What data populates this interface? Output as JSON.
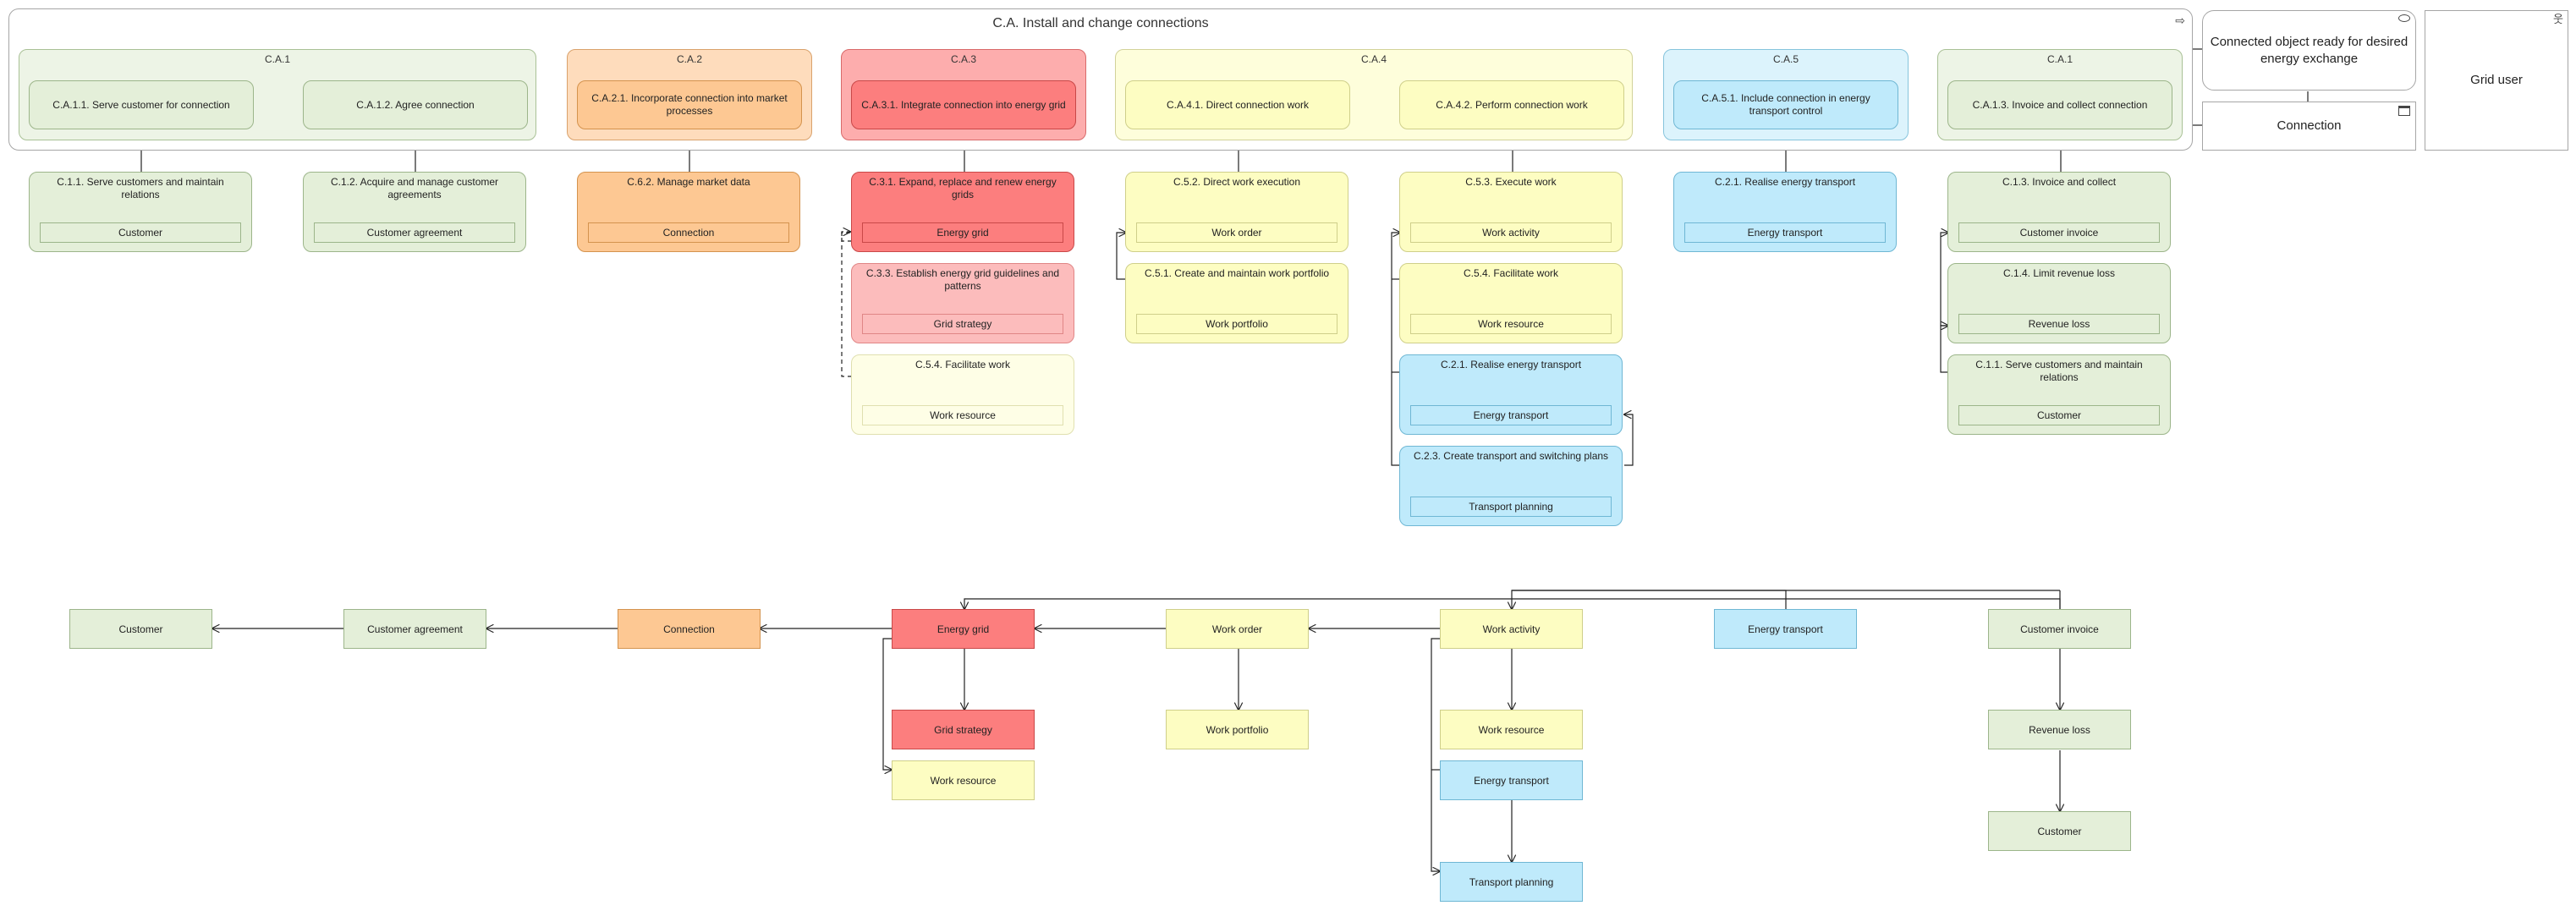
{
  "colors": {
    "green": "#e4efd9",
    "orange": "#fdc893",
    "red": "#fc7e7e",
    "pink": "#fcbcbc",
    "yellow": "#fdfdc2",
    "light_yellow": "#fefee6",
    "blue": "#bfeafb"
  },
  "frame": {
    "title": "C.A. Install and change connections",
    "icon": "process-arrow-icon"
  },
  "side": {
    "event": "Connected object ready for desired energy exchange",
    "event_icon": "event-oval-icon",
    "connection": "Connection",
    "connection_icon": "product-icon",
    "actor": "Grid user",
    "actor_icon": "actor-icon"
  },
  "stages": [
    {
      "label": "C.A.1",
      "color": "green"
    },
    {
      "label": "C.A.2",
      "color": "orange"
    },
    {
      "label": "C.A.3",
      "color": "red"
    },
    {
      "label": "C.A.4",
      "color": "yellow"
    },
    {
      "label": "C.A.5",
      "color": "blue"
    },
    {
      "label": "C.A.1",
      "color": "green"
    }
  ],
  "steps": [
    "C.A.1.1. Serve customer for connection",
    "C.A.1.2. Agree connection",
    "C.A.2.1. Incorporate connection into market processes",
    "C.A.3.1. Integrate connection into energy grid",
    "C.A.4.1. Direct connection work",
    "C.A.4.2. Perform connection work",
    "C.A.5.1. Include connection in energy transport control",
    "C.A.1.3. Invoice and collect connection"
  ],
  "capabilities": [
    {
      "title": "C.1.1. Serve customers and maintain relations",
      "object": "Customer",
      "color": "green"
    },
    {
      "title": "C.1.2. Acquire and manage customer agreements",
      "object": "Customer agreement",
      "color": "green"
    },
    {
      "title": "C.6.2. Manage market data",
      "object": "Connection",
      "color": "orange"
    },
    {
      "title": "C.3.1. Expand, replace and renew energy grids",
      "object": "Energy grid",
      "color": "red"
    },
    {
      "title": "C.3.3. Establish energy grid guidelines and patterns",
      "object": "Grid strategy",
      "color": "pink"
    },
    {
      "title": "C.5.4. Facilitate work",
      "object": "Work resource",
      "color": "light_yellow"
    },
    {
      "title": "C.5.2. Direct work execution",
      "object": "Work order",
      "color": "yellow"
    },
    {
      "title": "C.5.1. Create and maintain work portfolio",
      "object": "Work portfolio",
      "color": "yellow"
    },
    {
      "title": "C.5.3. Execute work",
      "object": "Work activity",
      "color": "yellow"
    },
    {
      "title": "C.5.4. Facilitate work",
      "object": "Work resource",
      "color": "yellow"
    },
    {
      "title": "C.2.1. Realise energy transport",
      "object": "Energy transport",
      "color": "blue"
    },
    {
      "title": "C.2.3. Create transport and switching plans",
      "object": "Transport planning",
      "color": "blue"
    },
    {
      "title": "C.2.1. Realise energy transport",
      "object": "Energy transport",
      "color": "blue"
    },
    {
      "title": "C.1.3. Invoice and collect",
      "object": "Customer invoice",
      "color": "green"
    },
    {
      "title": "C.1.4. Limit revenue loss",
      "object": "Revenue loss",
      "color": "green"
    },
    {
      "title": "C.1.1. Serve customers and maintain relations",
      "object": "Customer",
      "color": "green"
    }
  ],
  "objects": [
    {
      "label": "Customer",
      "color": "green"
    },
    {
      "label": "Customer agreement",
      "color": "green"
    },
    {
      "label": "Connection",
      "color": "orange"
    },
    {
      "label": "Energy grid",
      "color": "red"
    },
    {
      "label": "Work order",
      "color": "yellow"
    },
    {
      "label": "Work activity",
      "color": "yellow"
    },
    {
      "label": "Energy transport",
      "color": "blue"
    },
    {
      "label": "Customer invoice",
      "color": "green"
    },
    {
      "label": "Grid strategy",
      "color": "red"
    },
    {
      "label": "Work resource",
      "color": "yellow"
    },
    {
      "label": "Work portfolio",
      "color": "yellow"
    },
    {
      "label": "Work resource",
      "color": "yellow"
    },
    {
      "label": "Energy transport",
      "color": "blue"
    },
    {
      "label": "Transport planning",
      "color": "blue"
    },
    {
      "label": "Revenue loss",
      "color": "green"
    },
    {
      "label": "Customer",
      "color": "green"
    }
  ]
}
